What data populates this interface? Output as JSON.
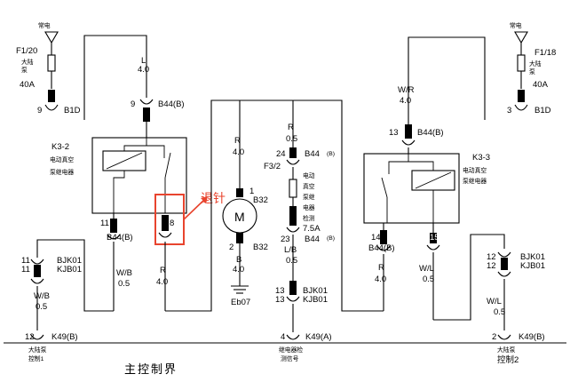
{
  "left": {
    "power": "常电",
    "fuse_id": "F1/20",
    "fuse_name": "大陆\n泵",
    "fuse_amp": "40A",
    "pin_b1d": "9",
    "conn_b1d": "B1D",
    "wire_top_color": "L",
    "wire_top_size": "4.0",
    "pin_b44_top": "9",
    "conn_b44_top": "B44(B)",
    "relay_name": "K3-2",
    "relay_desc1": "电动真空",
    "relay_desc2": "泵继电器",
    "pin_b44_low": "11",
    "conn_b44_low": "B44(B)",
    "pin_8": "8",
    "wire_r_color": "R",
    "wire_r_size": "4.0",
    "pin_bjk_a": "11",
    "pin_bjk_b": "11",
    "conn_bjk01": "BJK01",
    "conn_kjb01": "KJB01",
    "wire_wb_color": "W/B",
    "wire_wb_size": "0.5",
    "wire_wb2_color": "W/B",
    "wire_wb2_size": "0.5",
    "pin_k49": "12",
    "conn_k49": "K49(B)",
    "bottom_label1": "大陆泵",
    "bottom_label2": "控制1"
  },
  "center": {
    "wire_r_color": "R",
    "wire_r_size": "4.0",
    "motor": "M",
    "conn_b32_top": "B32",
    "pin_motor_1": "1",
    "pin_motor_2": "2",
    "conn_b32_low": "B32",
    "wire_b_color": "B",
    "wire_b_size": "4.0",
    "ground": "Eb07",
    "wire_r2_color": "R",
    "wire_r2_size": "0.5",
    "pin_24": "24",
    "conn_b44_24": "B44",
    "sub_b": "(B)",
    "fuse_id": "F3/2",
    "fuse_desc": "电动\n真空\n泵继\n电器\n检测",
    "fuse_amp": "7.5A",
    "pin_23": "23",
    "conn_b44_23": "B44",
    "sub_b2": "(B)",
    "wire_lb_color": "L/B",
    "wire_lb_size": "0.5",
    "pin_13a": "13",
    "pin_13b": "13",
    "conn_bjk01": "BJK01",
    "conn_kjb01": "KJB01",
    "pin_k49a": "4",
    "conn_k49a": "K49(A)",
    "bottom_label1": "继电器检",
    "bottom_label2": "测信号",
    "retract_note": "退针"
  },
  "right": {
    "power": "常电",
    "fuse_id": "F1/18",
    "fuse_name": "大陆\n泵",
    "fuse_amp": "40A",
    "pin_b1d": "3",
    "conn_b1d": "B1D",
    "wire_wr_color": "W/R",
    "wire_wr_size": "4.0",
    "pin_b44_top": "13",
    "conn_b44_top": "B44(B)",
    "relay_name": "K3-3",
    "relay_desc1": "电动真空",
    "relay_desc2": "泵继电器",
    "pin_14": "14",
    "conn_b44_14": "B44(B)",
    "pin_15": "15",
    "wire_r_color": "R",
    "wire_r_size": "4.0",
    "wire_wl_color": "W/L",
    "wire_wl_size": "0.5",
    "pin_bjk_a": "12",
    "pin_bjk_b": "12",
    "conn_bjk01": "BJK01",
    "conn_kjb01": "KJB01",
    "wire_wl2_color": "W/L",
    "wire_wl2_size": "0.5",
    "pin_k49": "2",
    "conn_k49": "K49(B)",
    "bottom_label1": "大陆泵",
    "bottom_label2": "控制2"
  },
  "footer": {
    "title": "主控制界"
  },
  "colors": {
    "annotation": "#e8442e",
    "line": "#000000"
  }
}
